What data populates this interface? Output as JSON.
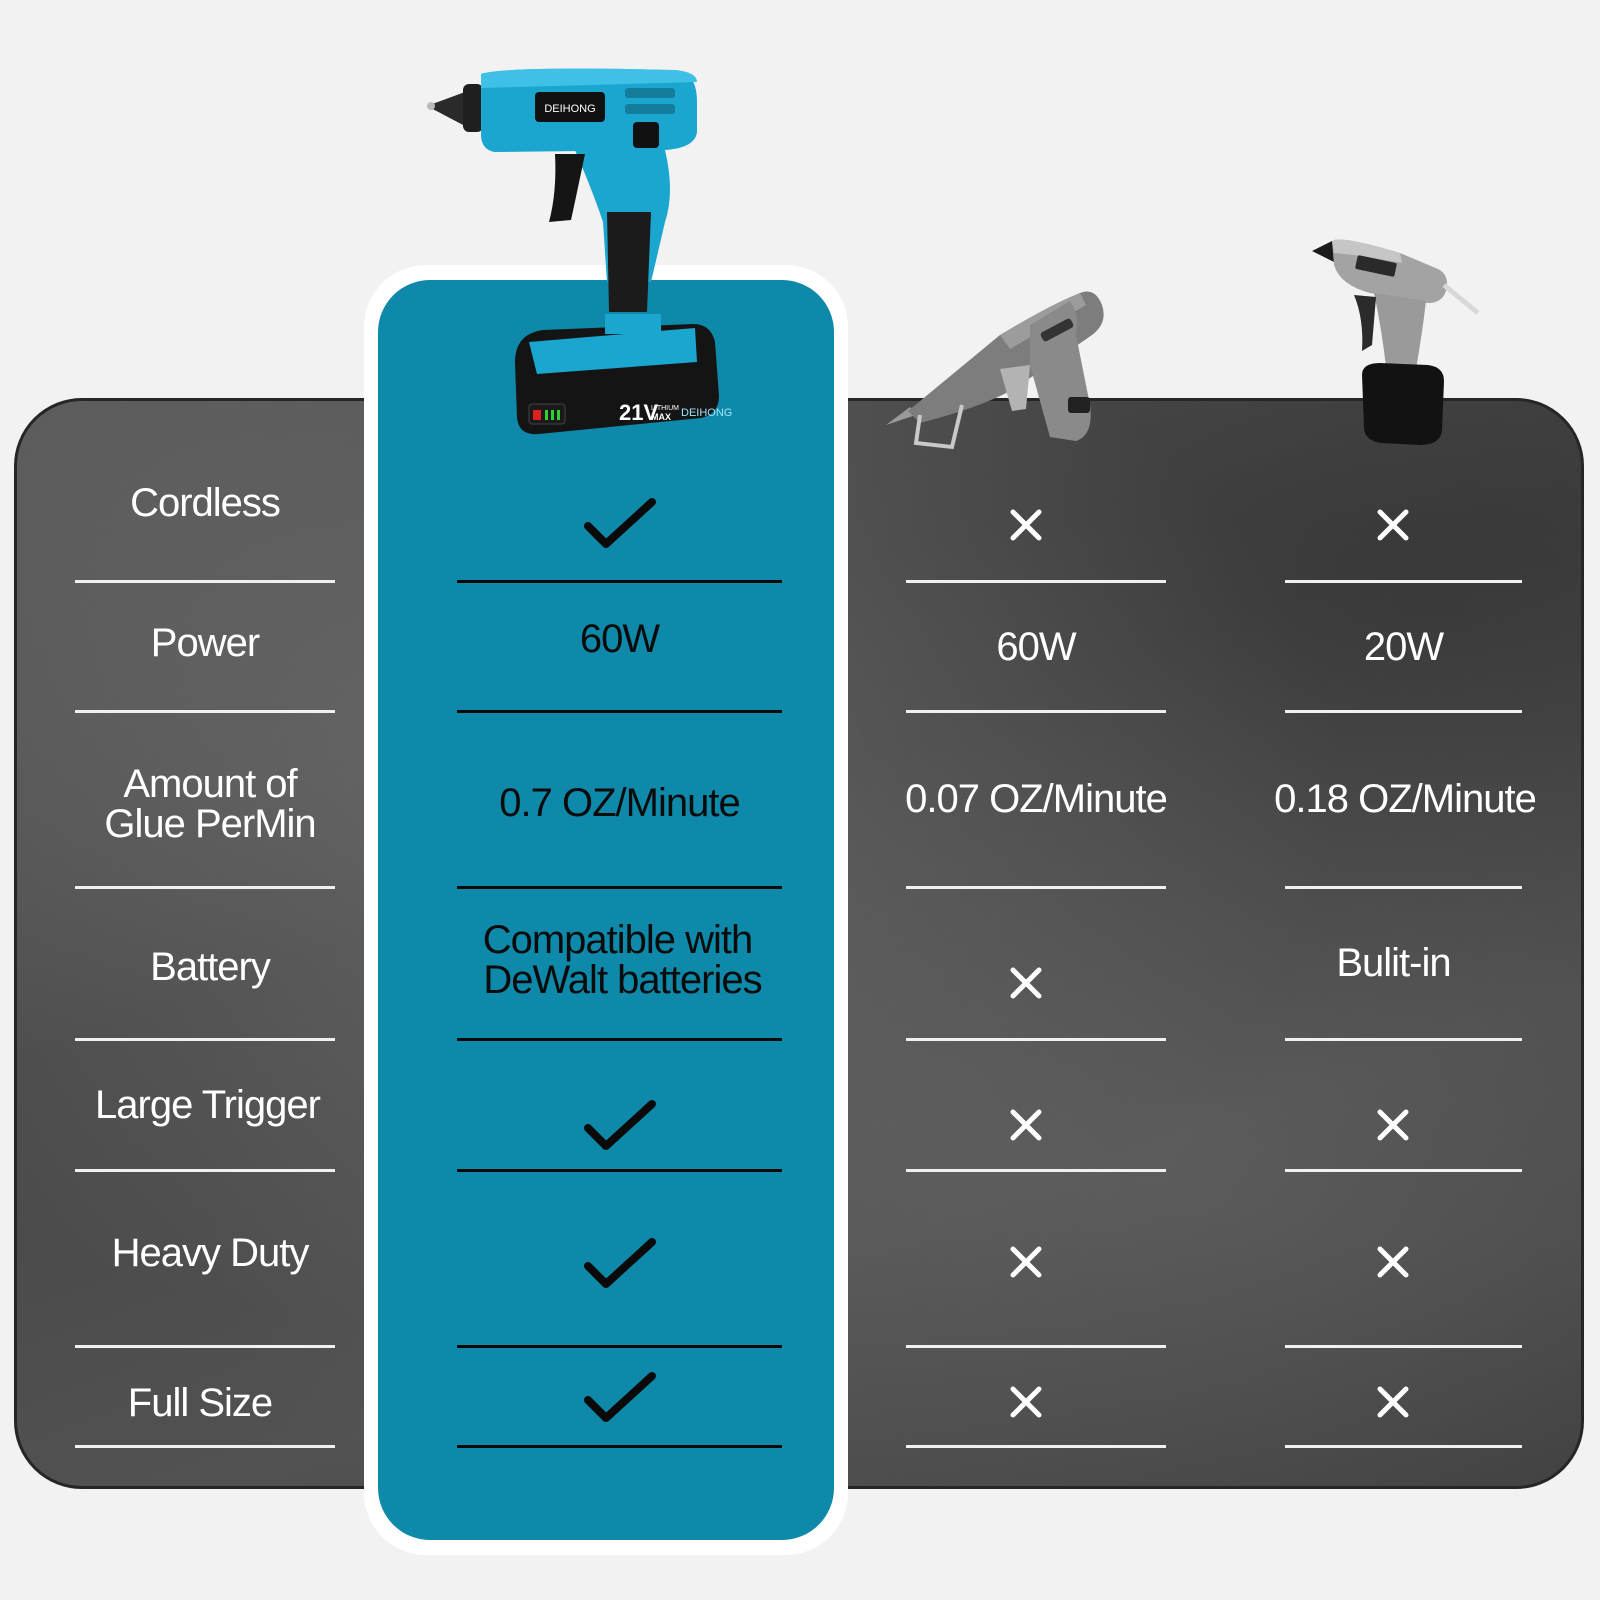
{
  "rows": {
    "cordless": {
      "label": "Cordless",
      "ours": "check",
      "comp1": "x",
      "comp2": "x"
    },
    "power": {
      "label": "Power",
      "ours": "60W",
      "comp1": "60W",
      "comp2": "20W"
    },
    "glue": {
      "label_line1": "Amount of",
      "label_line2": "Glue PerMin",
      "ours": "0.7 OZ/Minute",
      "comp1": "0.07 OZ/Minute",
      "comp2": "0.18 OZ/Minute"
    },
    "battery": {
      "label": "Battery",
      "ours_line1": "Compatible with",
      "ours_line2": "DeWalt batteries",
      "comp1": "x",
      "comp2": "Bulit-in"
    },
    "trigger": {
      "label": "Large Trigger",
      "ours": "check",
      "comp1": "x",
      "comp2": "x"
    },
    "duty": {
      "label": "Heavy Duty",
      "ours": "check",
      "comp1": "x",
      "comp2": "x"
    },
    "size": {
      "label": "Full Size",
      "ours": "check",
      "comp1": "x",
      "comp2": "x"
    }
  },
  "product": {
    "brand": "DEIHONG",
    "battery_voltage": "21V",
    "battery_max": "MAX",
    "battery_type": "LITHIUM"
  },
  "colors": {
    "highlight": "#0e89aa",
    "board": "#4d4d4d",
    "tool_blue": "#1aa6cf",
    "competitor_gray": "#8a8a8a"
  }
}
